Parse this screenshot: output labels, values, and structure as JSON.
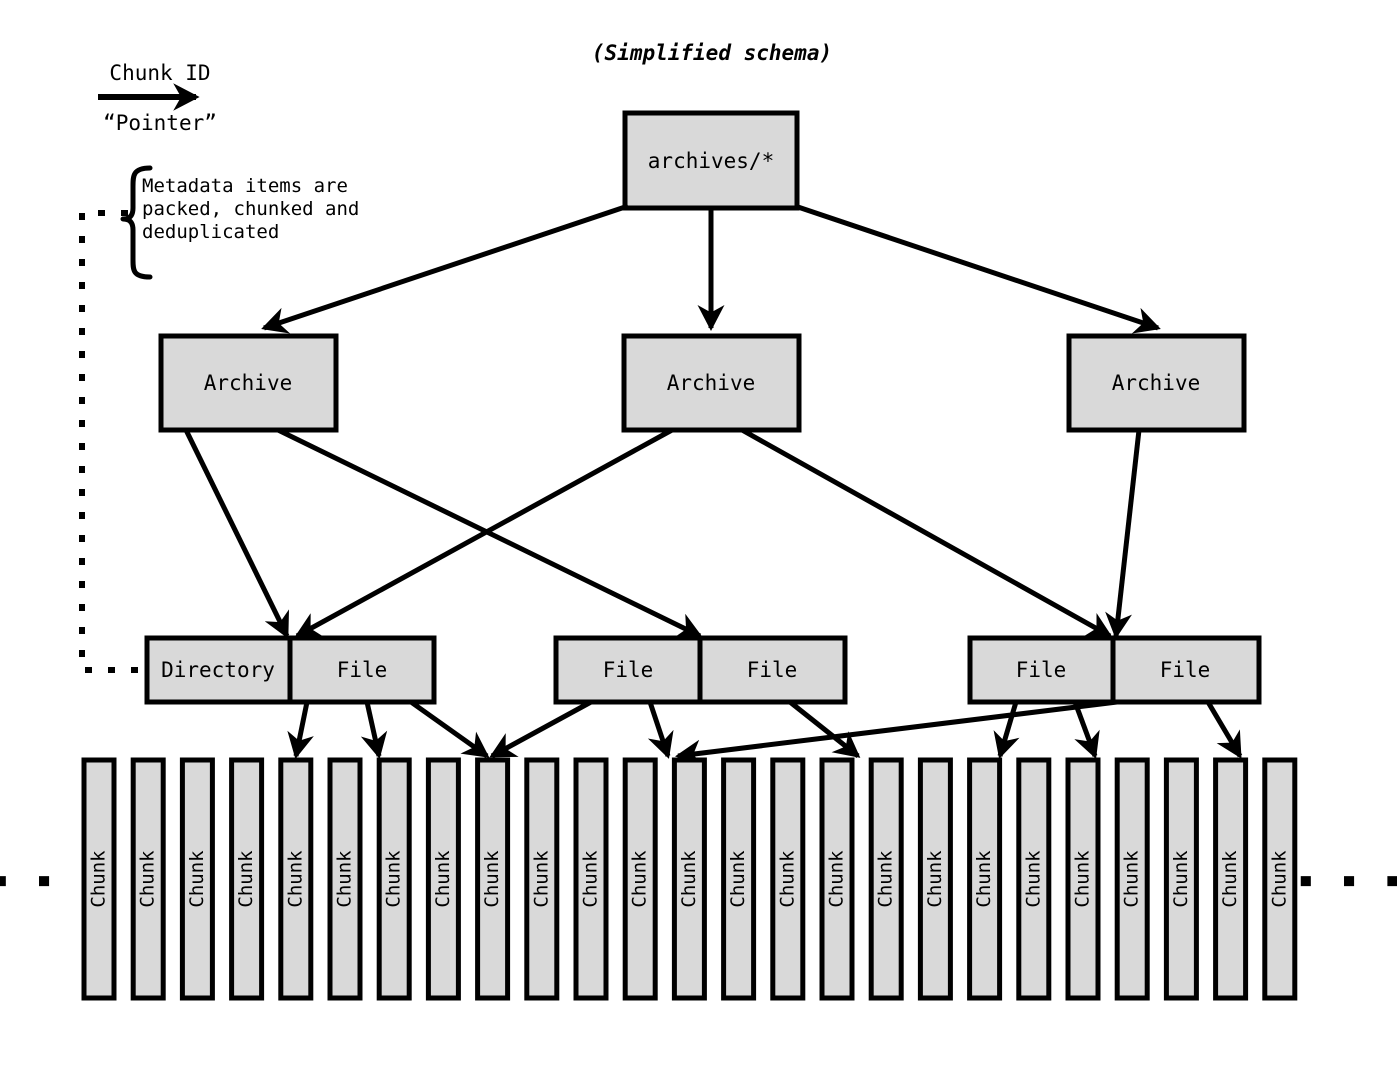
{
  "title": "(Simplified schema)",
  "legend": {
    "arrow_top_label": "Chunk ID",
    "arrow_bottom_label": "“Pointer”",
    "note_lines": [
      "Metadata items are",
      "packed, chunked and",
      "deduplicated"
    ],
    "ellipsis": "• • •"
  },
  "root": {
    "label": "archives/*"
  },
  "archives": [
    {
      "label": "Archive"
    },
    {
      "label": "Archive"
    },
    {
      "label": "Archive"
    }
  ],
  "item_groups": [
    {
      "cells": [
        {
          "label": "Directory"
        },
        {
          "label": "File"
        }
      ]
    },
    {
      "cells": [
        {
          "label": "File"
        },
        {
          "label": "File"
        }
      ]
    },
    {
      "cells": [
        {
          "label": "File"
        },
        {
          "label": "File"
        }
      ]
    }
  ],
  "chunks": {
    "label": "Chunk",
    "count": 25,
    "left_ellipsis": "▪ ▪ ▪",
    "right_ellipsis": "▪ ▪ ▪"
  },
  "colors": {
    "box_fill": "#d9d9d9",
    "stroke": "#000000",
    "background": "#ffffff"
  }
}
